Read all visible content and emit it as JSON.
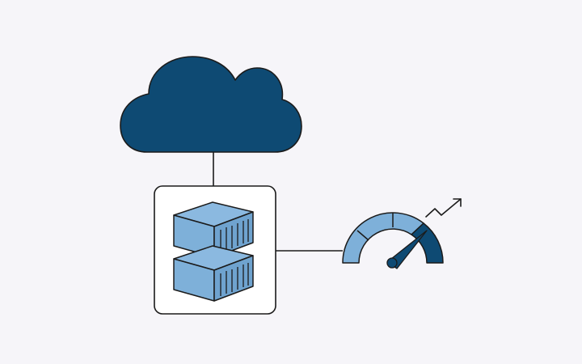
{
  "diagram": {
    "nodes": [
      {
        "id": "cloud",
        "icon": "cloud-icon"
      },
      {
        "id": "containers",
        "icon": "container-stack-icon"
      },
      {
        "id": "gauge",
        "icon": "speedometer-icon"
      },
      {
        "id": "trend",
        "icon": "trend-up-arrow-icon"
      }
    ],
    "edges": [
      {
        "from": "cloud",
        "to": "containers"
      },
      {
        "from": "containers",
        "to": "gauge"
      }
    ],
    "gauge_needle_fraction": 0.8
  },
  "colors": {
    "background": "#f6f5f9",
    "dark_blue": "#0e4a73",
    "light_blue": "#7eb0d9",
    "outline": "#1b1b1b"
  }
}
